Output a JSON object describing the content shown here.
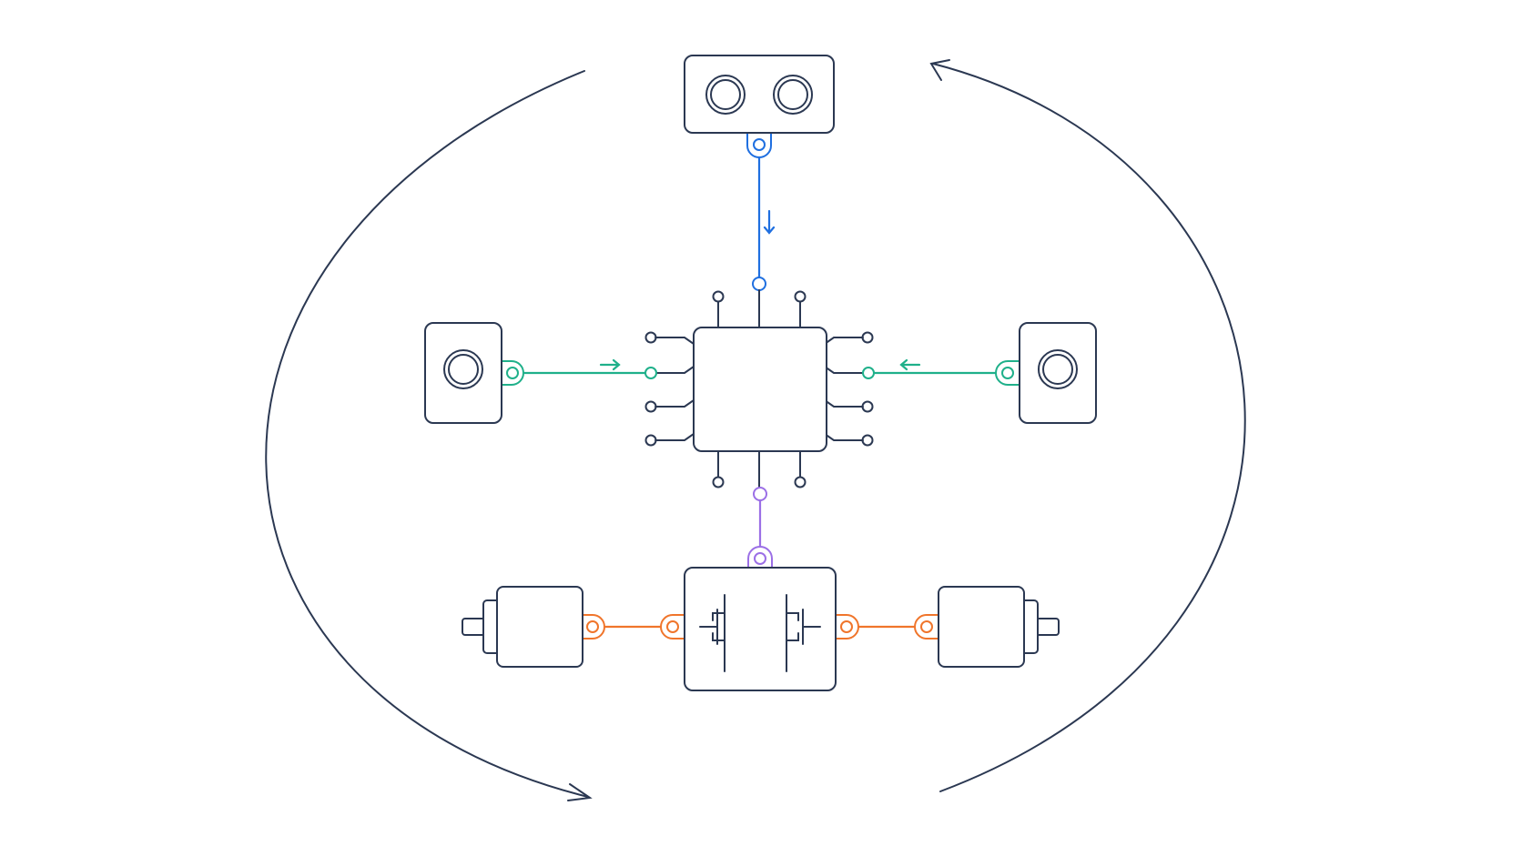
{
  "diagram": {
    "background": "#ffffff",
    "colors": {
      "outline": "#2b3852",
      "camera_link": "#1f6fe0",
      "proximity_link": "#1fb08a",
      "driver_link": "#9b6fe6",
      "motor_link": "#f0752b"
    },
    "components": [
      {
        "id": "stereo-sensor",
        "kind": "ultrasonic-sensor",
        "icon": "dual-lens-sensor-icon"
      },
      {
        "id": "left-sensor",
        "kind": "proximity-sensor",
        "icon": "single-lens-sensor-icon"
      },
      {
        "id": "right-sensor",
        "kind": "proximity-sensor",
        "icon": "single-lens-sensor-icon"
      },
      {
        "id": "microcontroller",
        "kind": "chip",
        "icon": "ic-chip-icon"
      },
      {
        "id": "motor-driver",
        "kind": "h-bridge",
        "icon": "transistor-pair-icon"
      },
      {
        "id": "left-motor",
        "kind": "dc-motor",
        "icon": "motor-icon"
      },
      {
        "id": "right-motor",
        "kind": "dc-motor",
        "icon": "motor-icon"
      }
    ],
    "connections": [
      {
        "from": "stereo-sensor",
        "to": "microcontroller",
        "color_key": "camera_link",
        "direction": "down"
      },
      {
        "from": "left-sensor",
        "to": "microcontroller",
        "color_key": "proximity_link",
        "direction": "right"
      },
      {
        "from": "right-sensor",
        "to": "microcontroller",
        "color_key": "proximity_link",
        "direction": "left"
      },
      {
        "from": "microcontroller",
        "to": "motor-driver",
        "color_key": "driver_link",
        "direction": "down"
      },
      {
        "from": "motor-driver",
        "to": "left-motor",
        "color_key": "motor_link",
        "direction": "left"
      },
      {
        "from": "motor-driver",
        "to": "right-motor",
        "color_key": "motor_link",
        "direction": "right"
      }
    ],
    "cycle_arrows": [
      {
        "side": "left",
        "direction": "counter-clockwise-down"
      },
      {
        "side": "right",
        "direction": "counter-clockwise-up"
      }
    ]
  }
}
